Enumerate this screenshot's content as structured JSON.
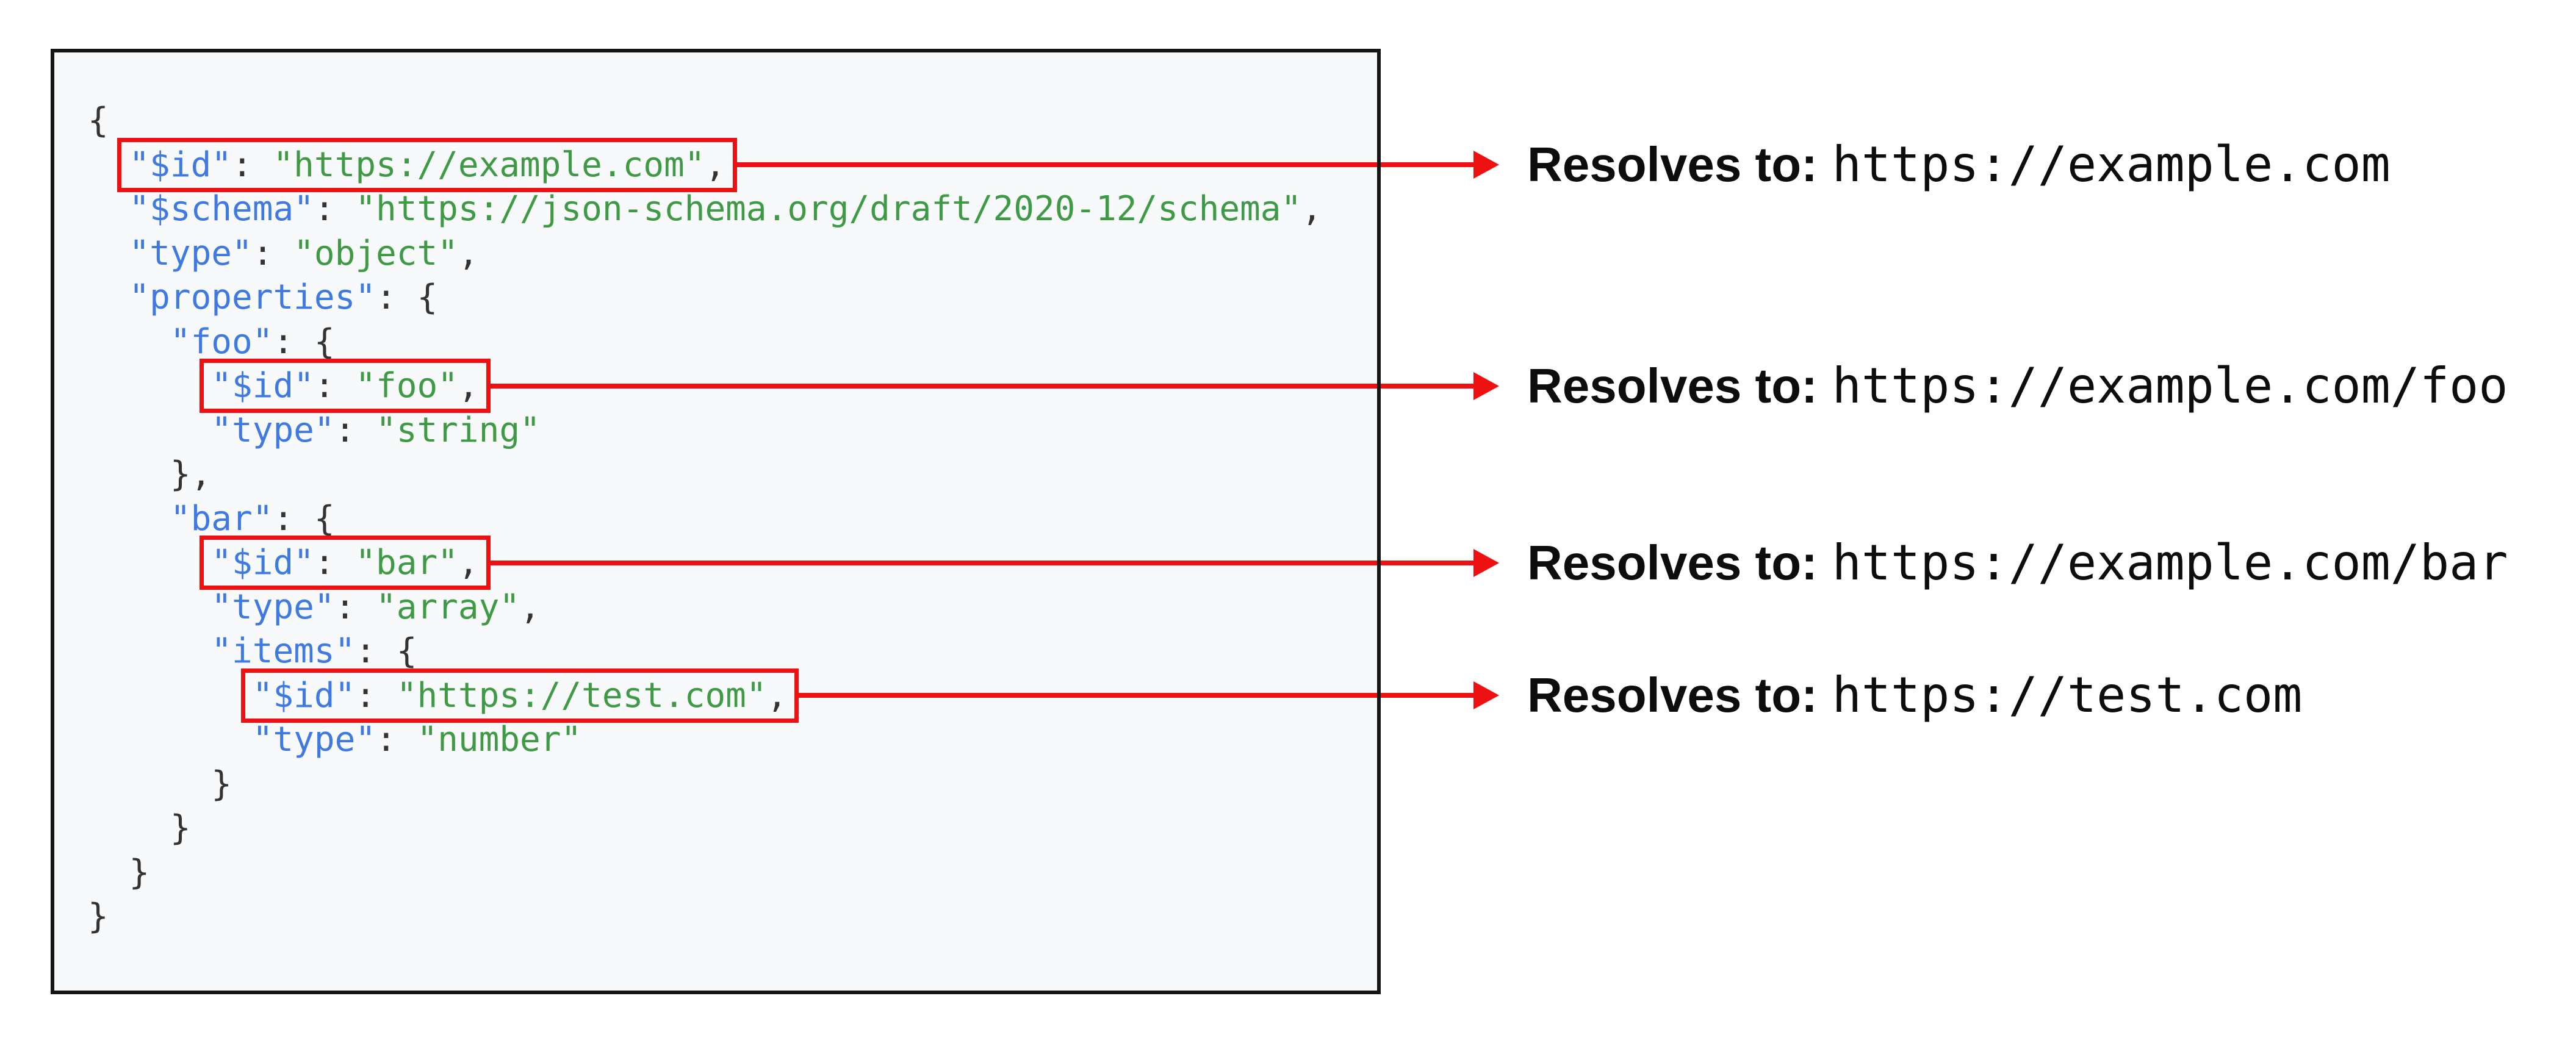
{
  "colors": {
    "key": "#3e7ae2",
    "string": "#3f9a45",
    "punctuation": "#333333",
    "accent-red": "#ee1111",
    "panel-bg": "#f8f9fa",
    "panel-border": "#151515",
    "text": "#0d0d0d"
  },
  "code_panel": {
    "language": "json",
    "lines": [
      {
        "segments": [
          {
            "highlight": false,
            "tokens": [
              [
                "pun",
                "{"
              ]
            ]
          }
        ]
      },
      {
        "segments": [
          {
            "highlight": false,
            "tokens": [
              [
                "sp",
                "  "
              ]
            ]
          },
          {
            "highlight": true,
            "tokens": [
              [
                "key",
                "\"$id\""
              ],
              [
                "pun",
                ": "
              ],
              [
                "str",
                "\"https://example.com\""
              ],
              [
                "pun",
                ","
              ]
            ]
          }
        ]
      },
      {
        "segments": [
          {
            "highlight": false,
            "tokens": [
              [
                "sp",
                "  "
              ],
              [
                "key",
                "\"$schema\""
              ],
              [
                "pun",
                ": "
              ],
              [
                "str",
                "\"https://json-schema.org/draft/2020-12/schema\""
              ],
              [
                "pun",
                ","
              ]
            ]
          }
        ]
      },
      {
        "segments": [
          {
            "highlight": false,
            "tokens": [
              [
                "sp",
                "  "
              ],
              [
                "key",
                "\"type\""
              ],
              [
                "pun",
                ": "
              ],
              [
                "str",
                "\"object\""
              ],
              [
                "pun",
                ","
              ]
            ]
          }
        ]
      },
      {
        "segments": [
          {
            "highlight": false,
            "tokens": [
              [
                "sp",
                "  "
              ],
              [
                "key",
                "\"properties\""
              ],
              [
                "pun",
                ": {"
              ]
            ]
          }
        ]
      },
      {
        "segments": [
          {
            "highlight": false,
            "tokens": [
              [
                "sp",
                "    "
              ],
              [
                "key",
                "\"foo\""
              ],
              [
                "pun",
                ": {"
              ]
            ]
          }
        ]
      },
      {
        "segments": [
          {
            "highlight": false,
            "tokens": [
              [
                "sp",
                "      "
              ]
            ]
          },
          {
            "highlight": true,
            "tokens": [
              [
                "key",
                "\"$id\""
              ],
              [
                "pun",
                ": "
              ],
              [
                "str",
                "\"foo\""
              ],
              [
                "pun",
                ","
              ]
            ]
          }
        ]
      },
      {
        "segments": [
          {
            "highlight": false,
            "tokens": [
              [
                "sp",
                "      "
              ],
              [
                "key",
                "\"type\""
              ],
              [
                "pun",
                ": "
              ],
              [
                "str",
                "\"string\""
              ]
            ]
          }
        ]
      },
      {
        "segments": [
          {
            "highlight": false,
            "tokens": [
              [
                "sp",
                "    "
              ],
              [
                "pun",
                "},"
              ]
            ]
          }
        ]
      },
      {
        "segments": [
          {
            "highlight": false,
            "tokens": [
              [
                "sp",
                "    "
              ],
              [
                "key",
                "\"bar\""
              ],
              [
                "pun",
                ": {"
              ]
            ]
          }
        ]
      },
      {
        "segments": [
          {
            "highlight": false,
            "tokens": [
              [
                "sp",
                "      "
              ]
            ]
          },
          {
            "highlight": true,
            "tokens": [
              [
                "key",
                "\"$id\""
              ],
              [
                "pun",
                ": "
              ],
              [
                "str",
                "\"bar\""
              ],
              [
                "pun",
                ","
              ]
            ]
          }
        ]
      },
      {
        "segments": [
          {
            "highlight": false,
            "tokens": [
              [
                "sp",
                "      "
              ],
              [
                "key",
                "\"type\""
              ],
              [
                "pun",
                ": "
              ],
              [
                "str",
                "\"array\""
              ],
              [
                "pun",
                ","
              ]
            ]
          }
        ]
      },
      {
        "segments": [
          {
            "highlight": false,
            "tokens": [
              [
                "sp",
                "      "
              ],
              [
                "key",
                "\"items\""
              ],
              [
                "pun",
                ": {"
              ]
            ]
          }
        ]
      },
      {
        "segments": [
          {
            "highlight": false,
            "tokens": [
              [
                "sp",
                "        "
              ]
            ]
          },
          {
            "highlight": true,
            "tokens": [
              [
                "key",
                "\"$id\""
              ],
              [
                "pun",
                ": "
              ],
              [
                "str",
                "\"https://test.com\""
              ],
              [
                "pun",
                ","
              ]
            ]
          }
        ]
      },
      {
        "segments": [
          {
            "highlight": false,
            "tokens": [
              [
                "sp",
                "        "
              ],
              [
                "key",
                "\"type\""
              ],
              [
                "pun",
                ": "
              ],
              [
                "str",
                "\"number\""
              ]
            ]
          }
        ]
      },
      {
        "segments": [
          {
            "highlight": false,
            "tokens": [
              [
                "sp",
                "      "
              ],
              [
                "pun",
                "}"
              ]
            ]
          }
        ]
      },
      {
        "segments": [
          {
            "highlight": false,
            "tokens": [
              [
                "sp",
                "    "
              ],
              [
                "pun",
                "}"
              ]
            ]
          }
        ]
      },
      {
        "segments": [
          {
            "highlight": false,
            "tokens": [
              [
                "sp",
                "  "
              ],
              [
                "pun",
                "}"
              ]
            ]
          }
        ]
      },
      {
        "segments": [
          {
            "highlight": false,
            "tokens": [
              [
                "pun",
                "}"
              ]
            ]
          }
        ]
      }
    ]
  },
  "annotations": [
    {
      "label": "Resolves to:",
      "url": "https://example.com"
    },
    {
      "label": "Resolves to:",
      "url": "https://example.com/foo"
    },
    {
      "label": "Resolves to:",
      "url": "https://example.com/bar"
    },
    {
      "label": "Resolves to:",
      "url": "https://test.com"
    }
  ]
}
